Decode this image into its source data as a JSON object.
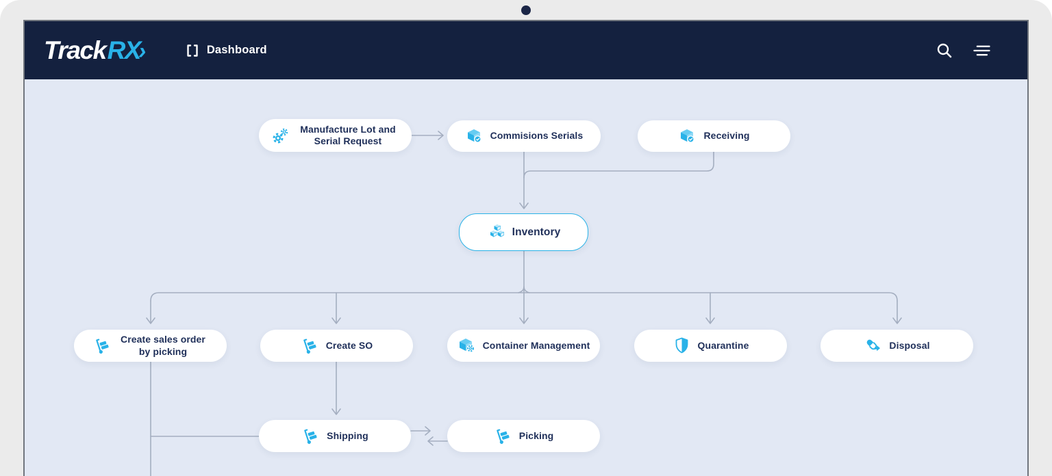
{
  "header": {
    "logo": {
      "text1": "Track",
      "text2": "RX",
      "arrow": "›"
    },
    "nav": {
      "label": "Dashboard",
      "icon": "brackets-icon"
    },
    "icons": [
      {
        "name": "search-icon"
      },
      {
        "name": "menu-icon"
      }
    ]
  },
  "flow": {
    "nodes": [
      {
        "id": "manufacture-lot-and-serial-request",
        "label": "Manufacture Lot and Serial Request",
        "icon": "gears-icon"
      },
      {
        "id": "commissions-serials",
        "label": "Commisions Serials",
        "icon": "box-check-icon"
      },
      {
        "id": "receiving",
        "label": "Receiving",
        "icon": "box-check-icon"
      },
      {
        "id": "inventory",
        "label": "Inventory",
        "icon": "cubes-icon",
        "highlighted": true
      },
      {
        "id": "create-sales-order-by-picking",
        "label": "Create sales order by picking",
        "icon": "hand-truck-icon"
      },
      {
        "id": "create-so",
        "label": "Create SO",
        "icon": "hand-truck-icon"
      },
      {
        "id": "container-management",
        "label": "Container Management",
        "icon": "box-gear-icon"
      },
      {
        "id": "quarantine",
        "label": "Quarantine",
        "icon": "shield-icon"
      },
      {
        "id": "disposal",
        "label": "Disposal",
        "icon": "capsule-arrow-icon"
      },
      {
        "id": "shipping",
        "label": "Shipping",
        "icon": "hand-truck-icon"
      },
      {
        "id": "picking",
        "label": "Picking",
        "icon": "hand-truck-icon"
      }
    ],
    "edges": [
      {
        "from": "manufacture-lot-and-serial-request",
        "to": "commissions-serials"
      },
      {
        "from": "commissions-serials",
        "to": "inventory"
      },
      {
        "from": "receiving",
        "to": "inventory"
      },
      {
        "from": "inventory",
        "to": "create-sales-order-by-picking"
      },
      {
        "from": "inventory",
        "to": "create-so"
      },
      {
        "from": "inventory",
        "to": "container-management"
      },
      {
        "from": "inventory",
        "to": "quarantine"
      },
      {
        "from": "inventory",
        "to": "disposal"
      },
      {
        "from": "create-so",
        "to": "shipping"
      },
      {
        "from": "create-sales-order-by-picking",
        "to": "shipping"
      },
      {
        "from": "shipping",
        "to": "picking"
      },
      {
        "from": "picking",
        "to": "shipping"
      }
    ]
  },
  "colors": {
    "accent": "#29b2e8",
    "header_bg": "#14213f",
    "canvas_bg": "#e2e8f4",
    "connector": "#a4aec0",
    "node_text": "#20305a",
    "bezel": "#ebebeb"
  }
}
